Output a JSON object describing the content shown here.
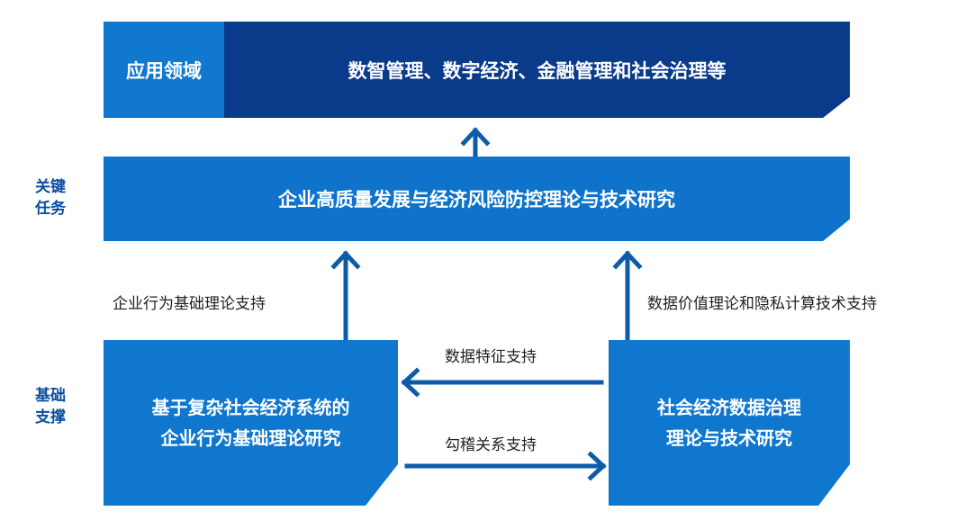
{
  "colors": {
    "top_light": "#1178cf",
    "top_dark": "#0a3a8a",
    "mid": "#0f73cc",
    "bottom": "#1077cf",
    "arrow": "#0e5ca8",
    "side_label": "#0b4fa0"
  },
  "application": {
    "label": "应用领域",
    "content": "数智管理、数字经济、金融管理和社会治理等"
  },
  "key_tasks": {
    "side_label_line1": "关键",
    "side_label_line2": "任务",
    "content": "企业高质量发展与经济风险防控理论与技术研究"
  },
  "foundation": {
    "side_label_line1": "基础",
    "side_label_line2": "支撑",
    "left_box_line1": "基于复杂社会经济系统的",
    "left_box_line2": "企业行为基础理论研究",
    "right_box_line1": "社会经济数据治理",
    "right_box_line2": "理论与技术研究"
  },
  "edges": {
    "left_up_label": "企业行为基础理论支持",
    "right_up_label": "数据价值理论和隐私计算技术支持",
    "right_to_left_label": "数据特征支持",
    "left_to_right_label": "勾稽关系支持"
  }
}
